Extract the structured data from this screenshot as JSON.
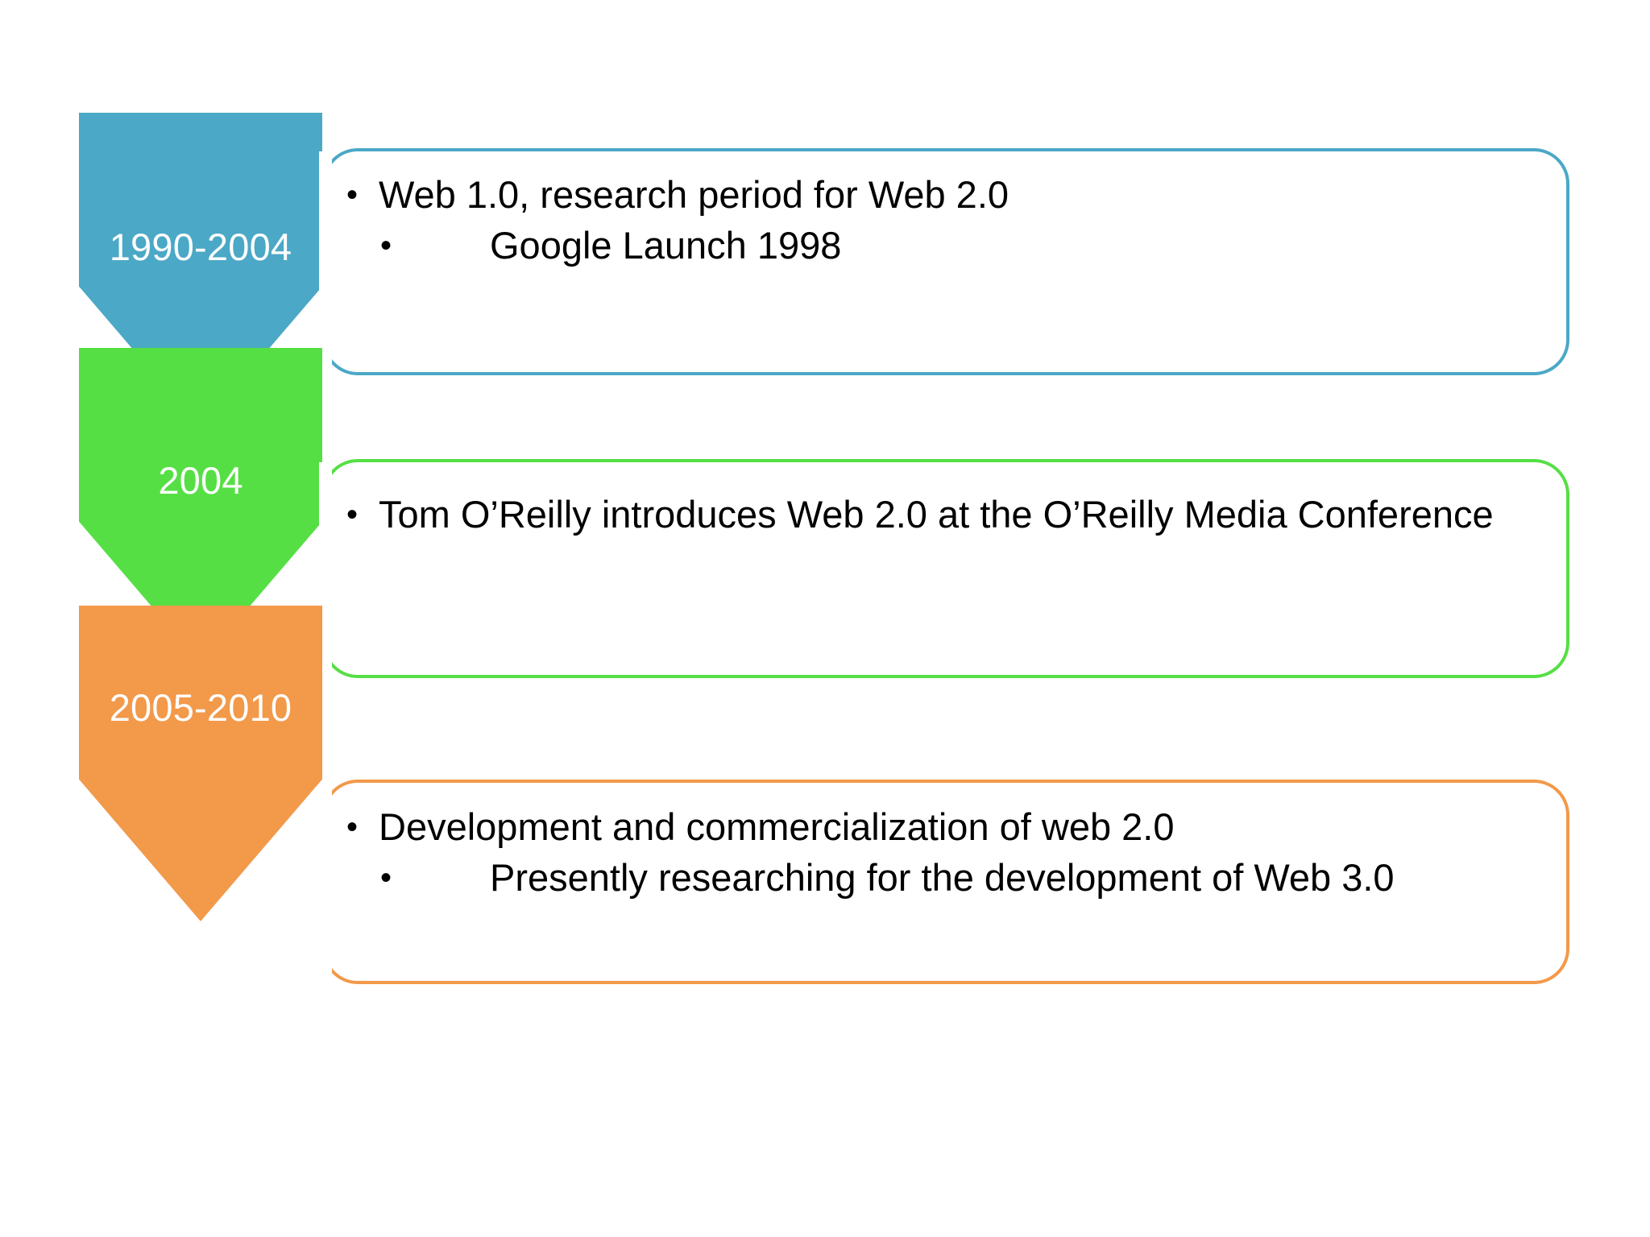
{
  "diagram": {
    "type": "timeline-chevron-process",
    "colors": {
      "stage_1": "#4BA8C6",
      "stage_2": "#56DF45",
      "stage_3": "#F2994A",
      "text": "#000000",
      "label_text": "#FFFFFF",
      "background": "#FFFFFF"
    },
    "stages": [
      {
        "label": "1990-2004",
        "bullets": [
          {
            "level": 1,
            "text": "Web 1.0, research period for Web 2.0"
          },
          {
            "level": 2,
            "text": "Google Launch 1998"
          }
        ]
      },
      {
        "label": "2004",
        "bullets": [
          {
            "level": 1,
            "text": "Tom O’Reilly introduces Web 2.0 at the O’Reilly Media Conference"
          }
        ]
      },
      {
        "label": "2005-2010",
        "bullets": [
          {
            "level": 1,
            "text": "Development and commercialization of web 2.0"
          },
          {
            "level": 2,
            "text": "Presently researching for the development of Web 3.0"
          }
        ]
      }
    ],
    "bullet_glyph": "•"
  }
}
